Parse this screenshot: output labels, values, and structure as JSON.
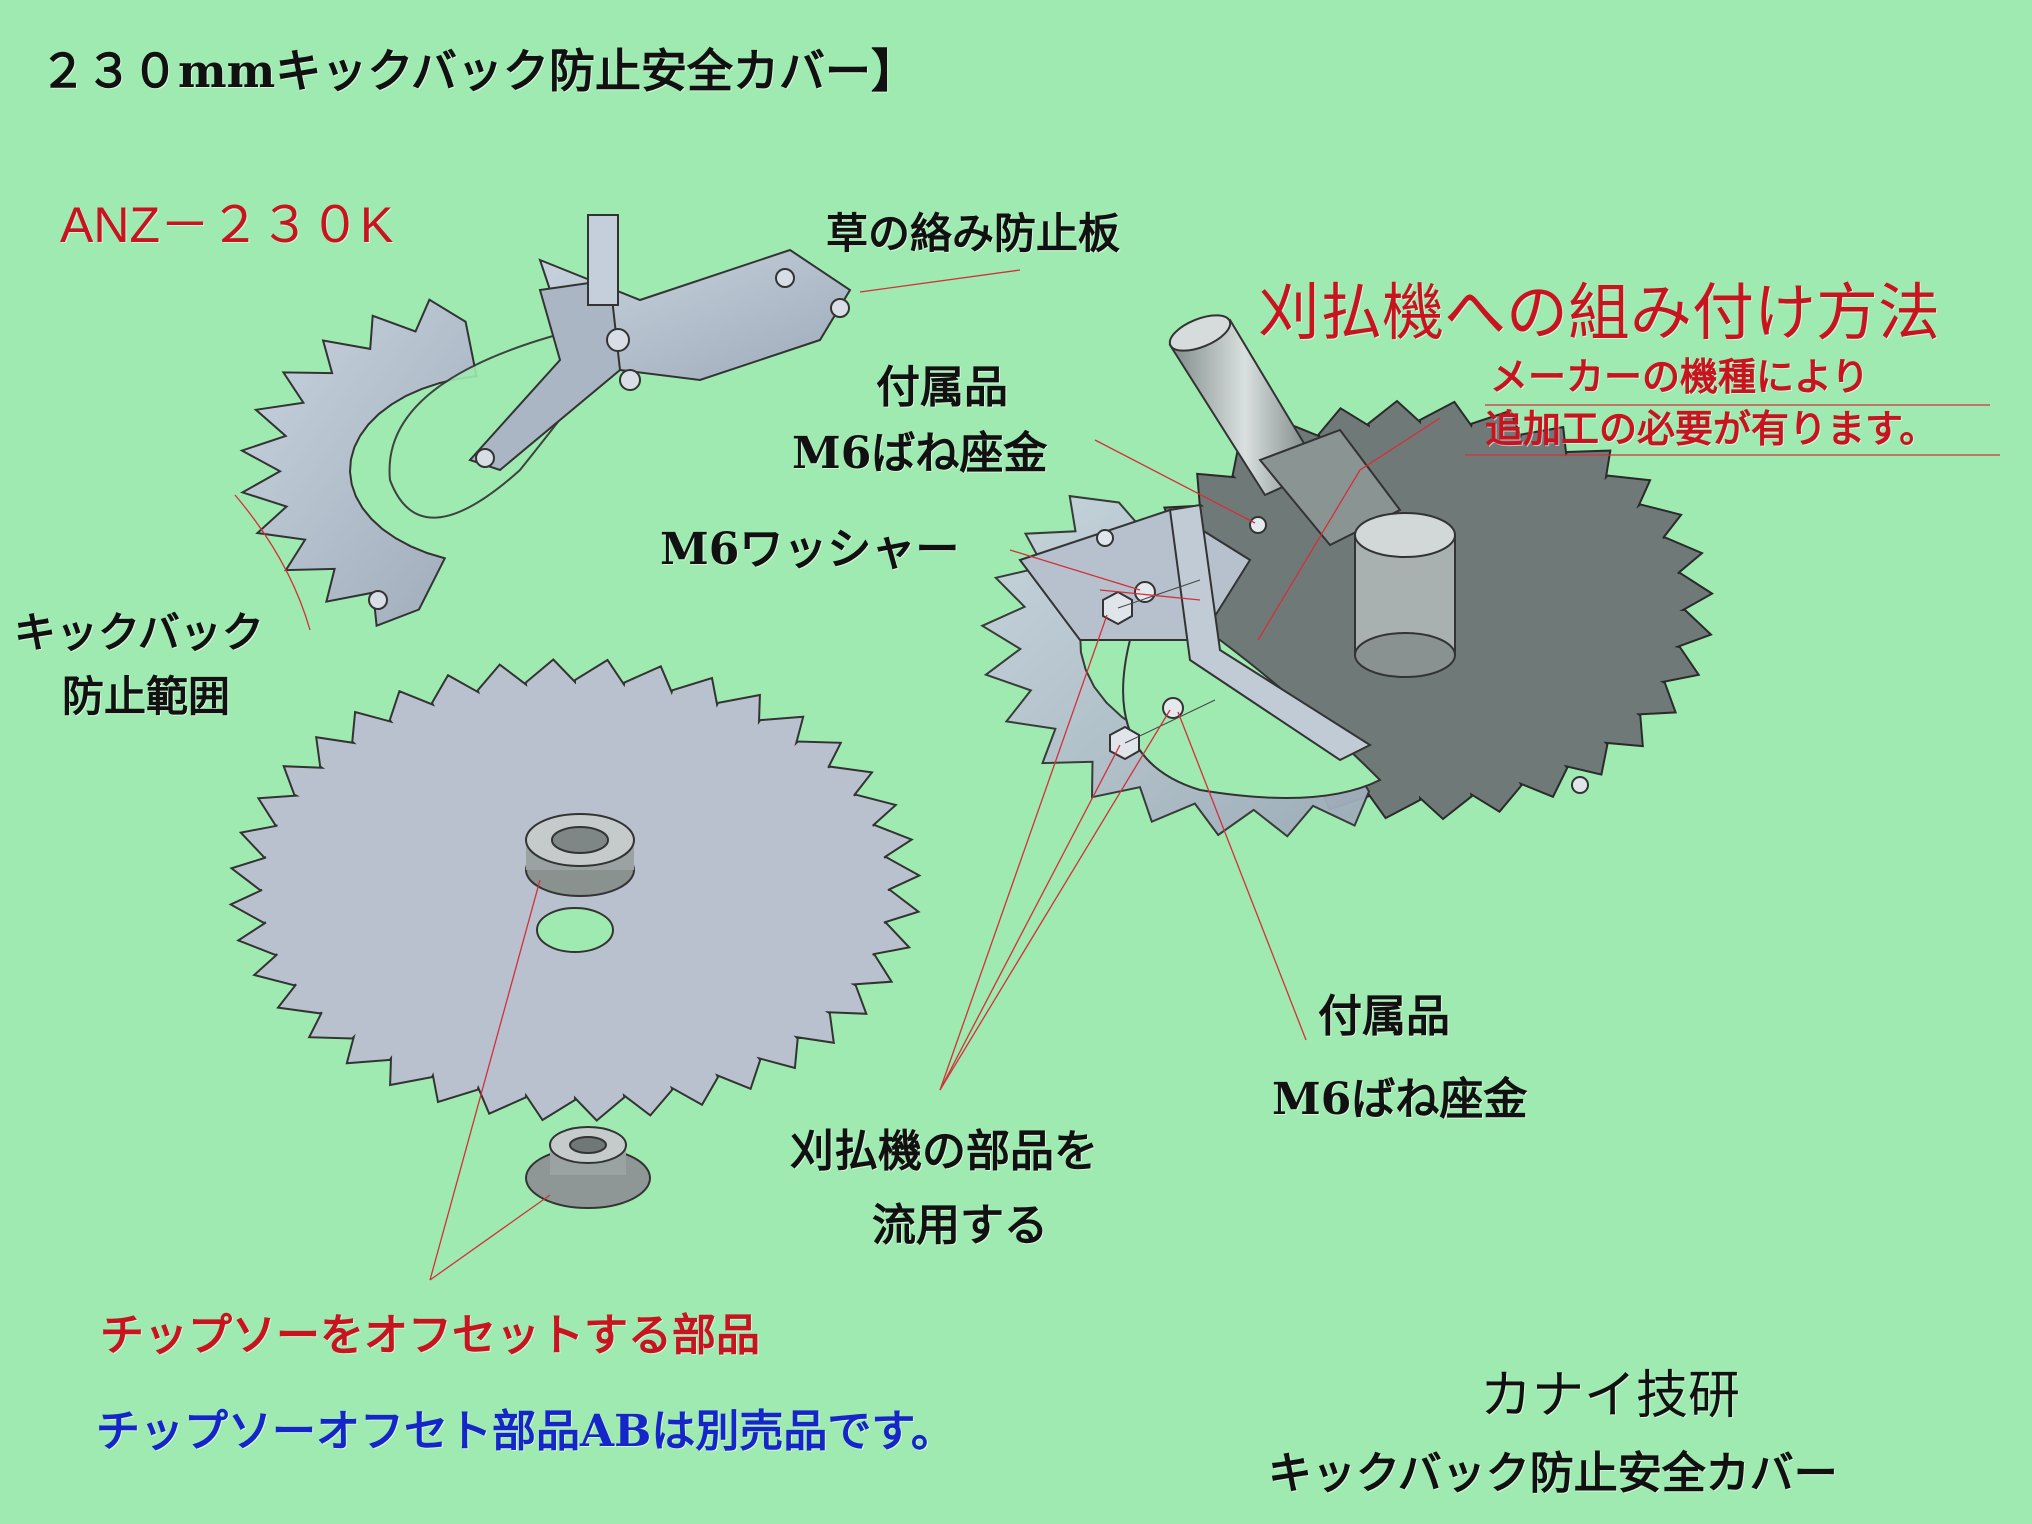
{
  "header": {
    "title": "２３０mmキックバック防止安全カバー】"
  },
  "labels": {
    "model": "ANZ－２３０K",
    "grass_plate": "草の絡み防止板",
    "assembly_title": "刈払機への組み付け方法",
    "maker_note_1": "メーカーの機種により",
    "maker_note_2": "追加工の必要が有ります。",
    "accessory_1_title": "付属品",
    "accessory_1_part": "M6ばね座金",
    "washer": "M6ワッシャー",
    "kickback_1": "キックバック",
    "kickback_2": "防止範囲",
    "accessory_2_title": "付属品",
    "accessory_2_part": "M6ばね座金",
    "reuse_1": "刈払機の部品を",
    "reuse_2": "流用する",
    "offset_part": "チップソーをオフセットする部品",
    "offset_sold": "チップソーオフセト部品ABは別売品です。",
    "company": "カナイ技研",
    "product": "キックバック防止安全カバー"
  },
  "colors": {
    "background": "#9feab0",
    "text": "#111111",
    "red": "#c8141e",
    "blue": "#1426c8",
    "metal": "#b3bfcc",
    "blade_disk": "#6f7a78"
  },
  "icons": [
    "guard-plate-illustration",
    "tip-saw-blade-illustration",
    "offset-collar-illustration",
    "assembled-trimmer-illustration"
  ]
}
